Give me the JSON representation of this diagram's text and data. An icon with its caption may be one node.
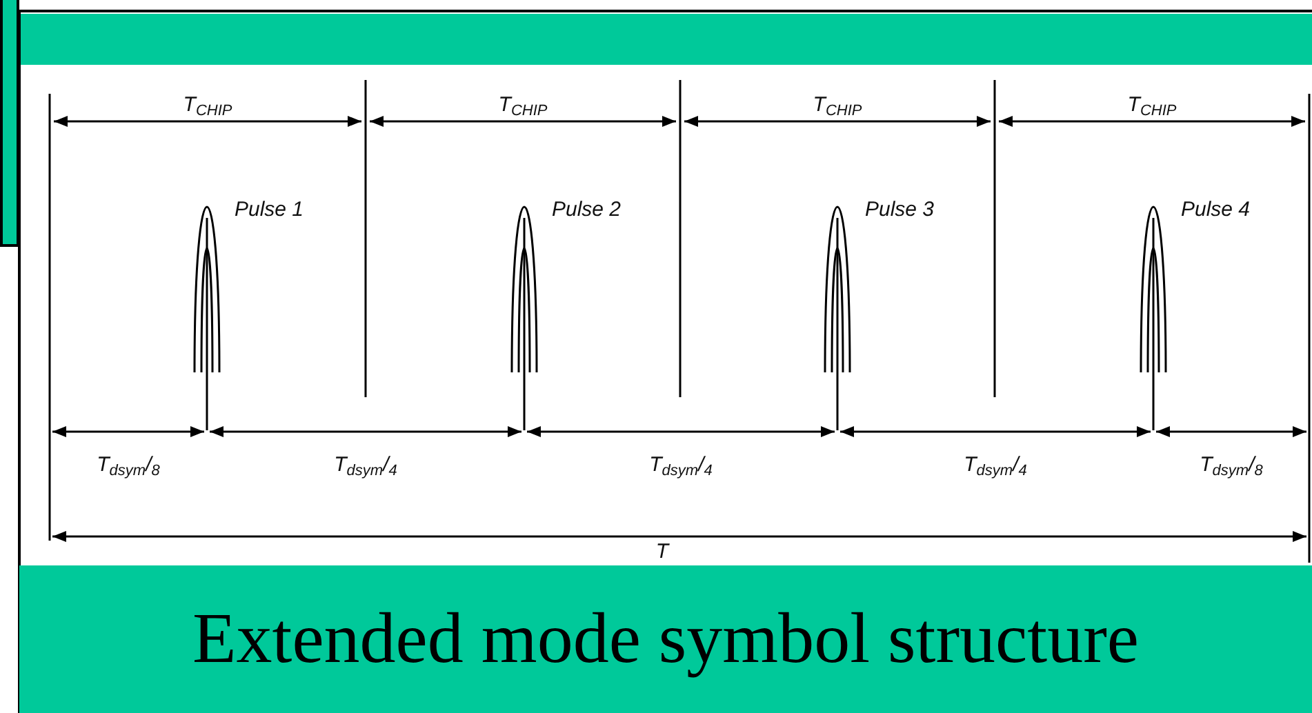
{
  "diagram": {
    "title": "Extended mode symbol structure",
    "labels": [
      "T$_{CHIP}$",
      "T$_{CHIP}$",
      "T$_{CHIP}$",
      "T$_{CHIP}$",
      "Pulse 1",
      "Pulse 2",
      "Pulse 3",
      "Pulse 4",
      "T$_{dsym}$/$_{8}$",
      "T$_{dsym}$/$_{4}$",
      "T$_{dsym}$/$_{4}$",
      "T$_{dsym}$/$_{4}$",
      "T$_{dsym}$/$_{8}$",
      "T"
    ]
  }
}
